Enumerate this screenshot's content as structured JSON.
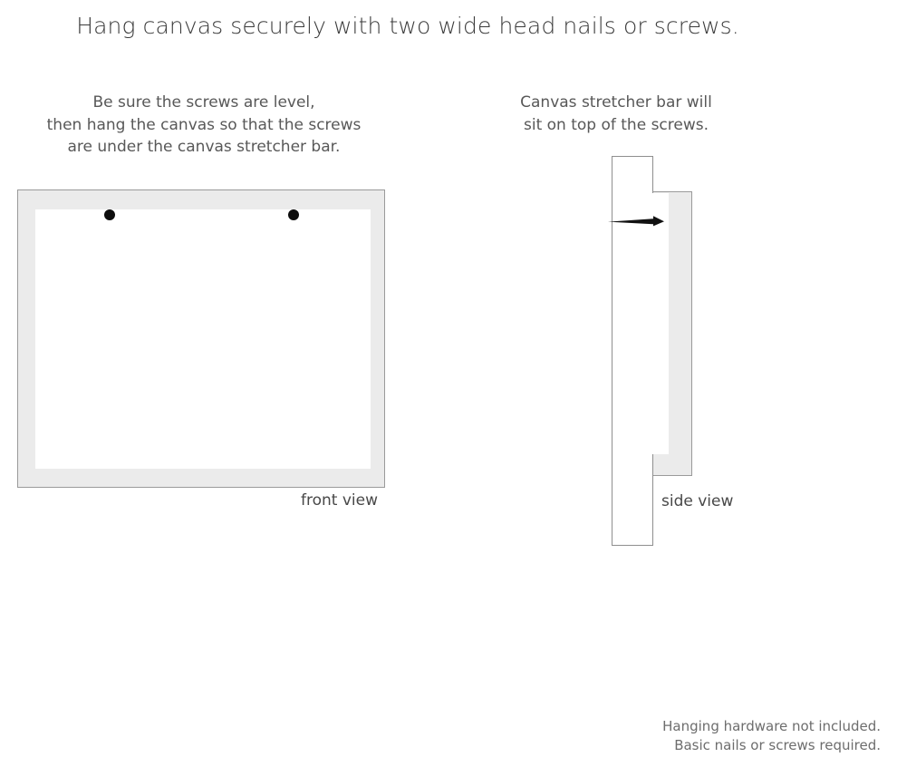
{
  "title": "Hang canvas securely with two wide head nails or screws.",
  "captions": {
    "left": {
      "line1": "Be sure the screws are level,",
      "line2": "then hang the canvas so that the screws",
      "line3": "are under the canvas stretcher bar."
    },
    "right": {
      "line1": "Canvas stretcher bar will",
      "line2": "sit on top of the screws."
    }
  },
  "diagrams": {
    "front": {
      "label": "front view",
      "frame_color": "#ebebeb",
      "border_color": "#9a9a9a",
      "inner_color": "#ffffff",
      "screw_color": "#0d0d0d",
      "screw_count": 2
    },
    "side": {
      "label": "side view",
      "wall_color": "#ffffff",
      "canvas_color": "#ebebeb",
      "stretcher_bar_color": "#ffffff",
      "nail_color": "#111111"
    }
  },
  "footer": {
    "line1": "Hanging hardware not included.",
    "line2": "Basic nails or screws required."
  }
}
